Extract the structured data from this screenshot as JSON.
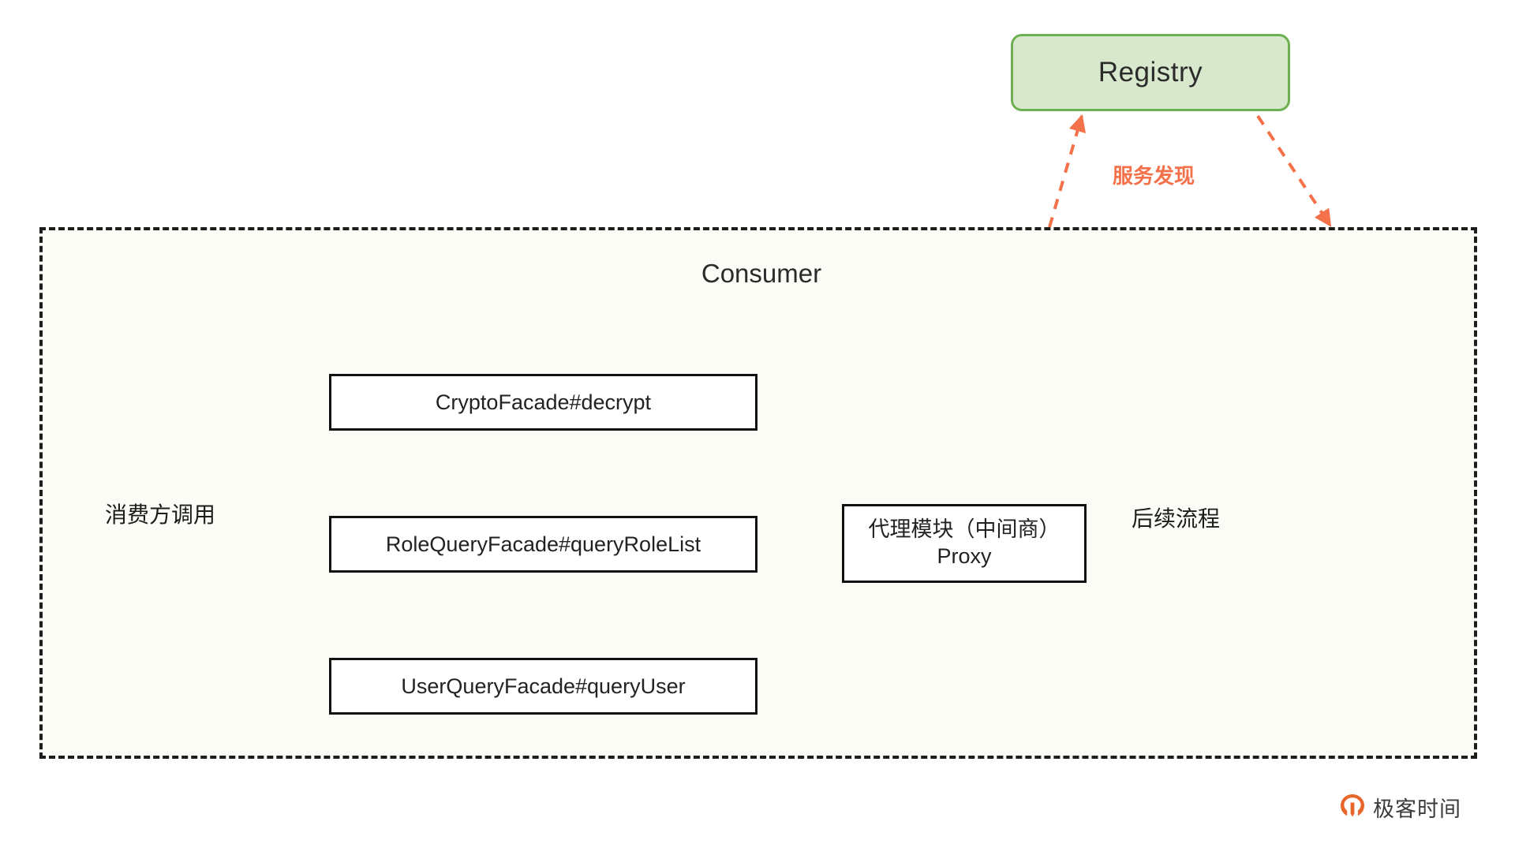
{
  "diagram": {
    "registry": {
      "label": "Registry",
      "fill": "#d8e8cd",
      "stroke": "#6cb052"
    },
    "consumer": {
      "title": "Consumer",
      "fill": "#fbfcf6",
      "stroke": "#1d1d1d"
    },
    "facades": [
      {
        "label": "CryptoFacade#decrypt"
      },
      {
        "label": "RoleQueryFacade#queryRoleList"
      },
      {
        "label": "UserQueryFacade#queryUser"
      }
    ],
    "proxy": {
      "line1": "代理模块（中间商）",
      "line2": "Proxy"
    },
    "edge_labels": {
      "consumer_call": "消费方调用",
      "next_flow": "后续流程",
      "service_discovery": "服务发现"
    },
    "colors": {
      "accent_orange": "#f4714a",
      "registry_green": "#6cb052",
      "line_black": "#111111"
    },
    "watermark": {
      "text": "极客时间",
      "logo_color": "#e8662a"
    }
  }
}
